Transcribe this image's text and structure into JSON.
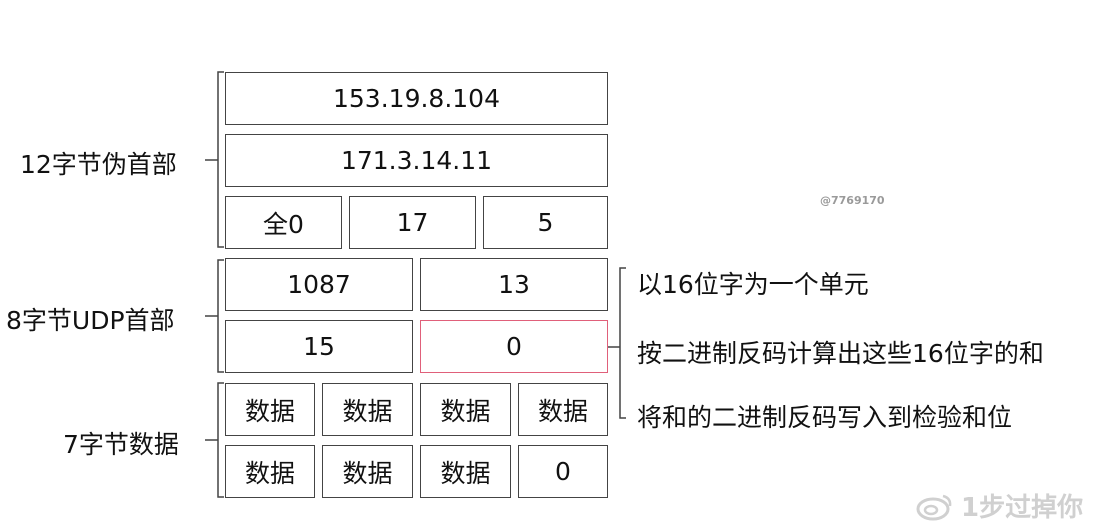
{
  "pseudo": {
    "label": "12字节伪首部",
    "src_ip": "153.19.8.104",
    "dst_ip": "171.3.14.11",
    "zero": "全0",
    "protocol": "17",
    "length": "5"
  },
  "udp": {
    "label": "8字节UDP首部",
    "src_port": "1087",
    "dst_port": "13",
    "length": "15",
    "checksum": "0"
  },
  "data": {
    "label": "7字节数据",
    "cells": [
      "数据",
      "数据",
      "数据",
      "数据",
      "数据",
      "数据",
      "数据",
      "0"
    ]
  },
  "steps": [
    "以16位字为一个单元",
    "按二进制反码计算出这些16位字的和",
    "将和的二进制反码写入到检验和位"
  ],
  "watermark": {
    "id": "@7769170",
    "brand": "1步过掉你"
  },
  "colors": {
    "highlight": "#e0607a"
  }
}
